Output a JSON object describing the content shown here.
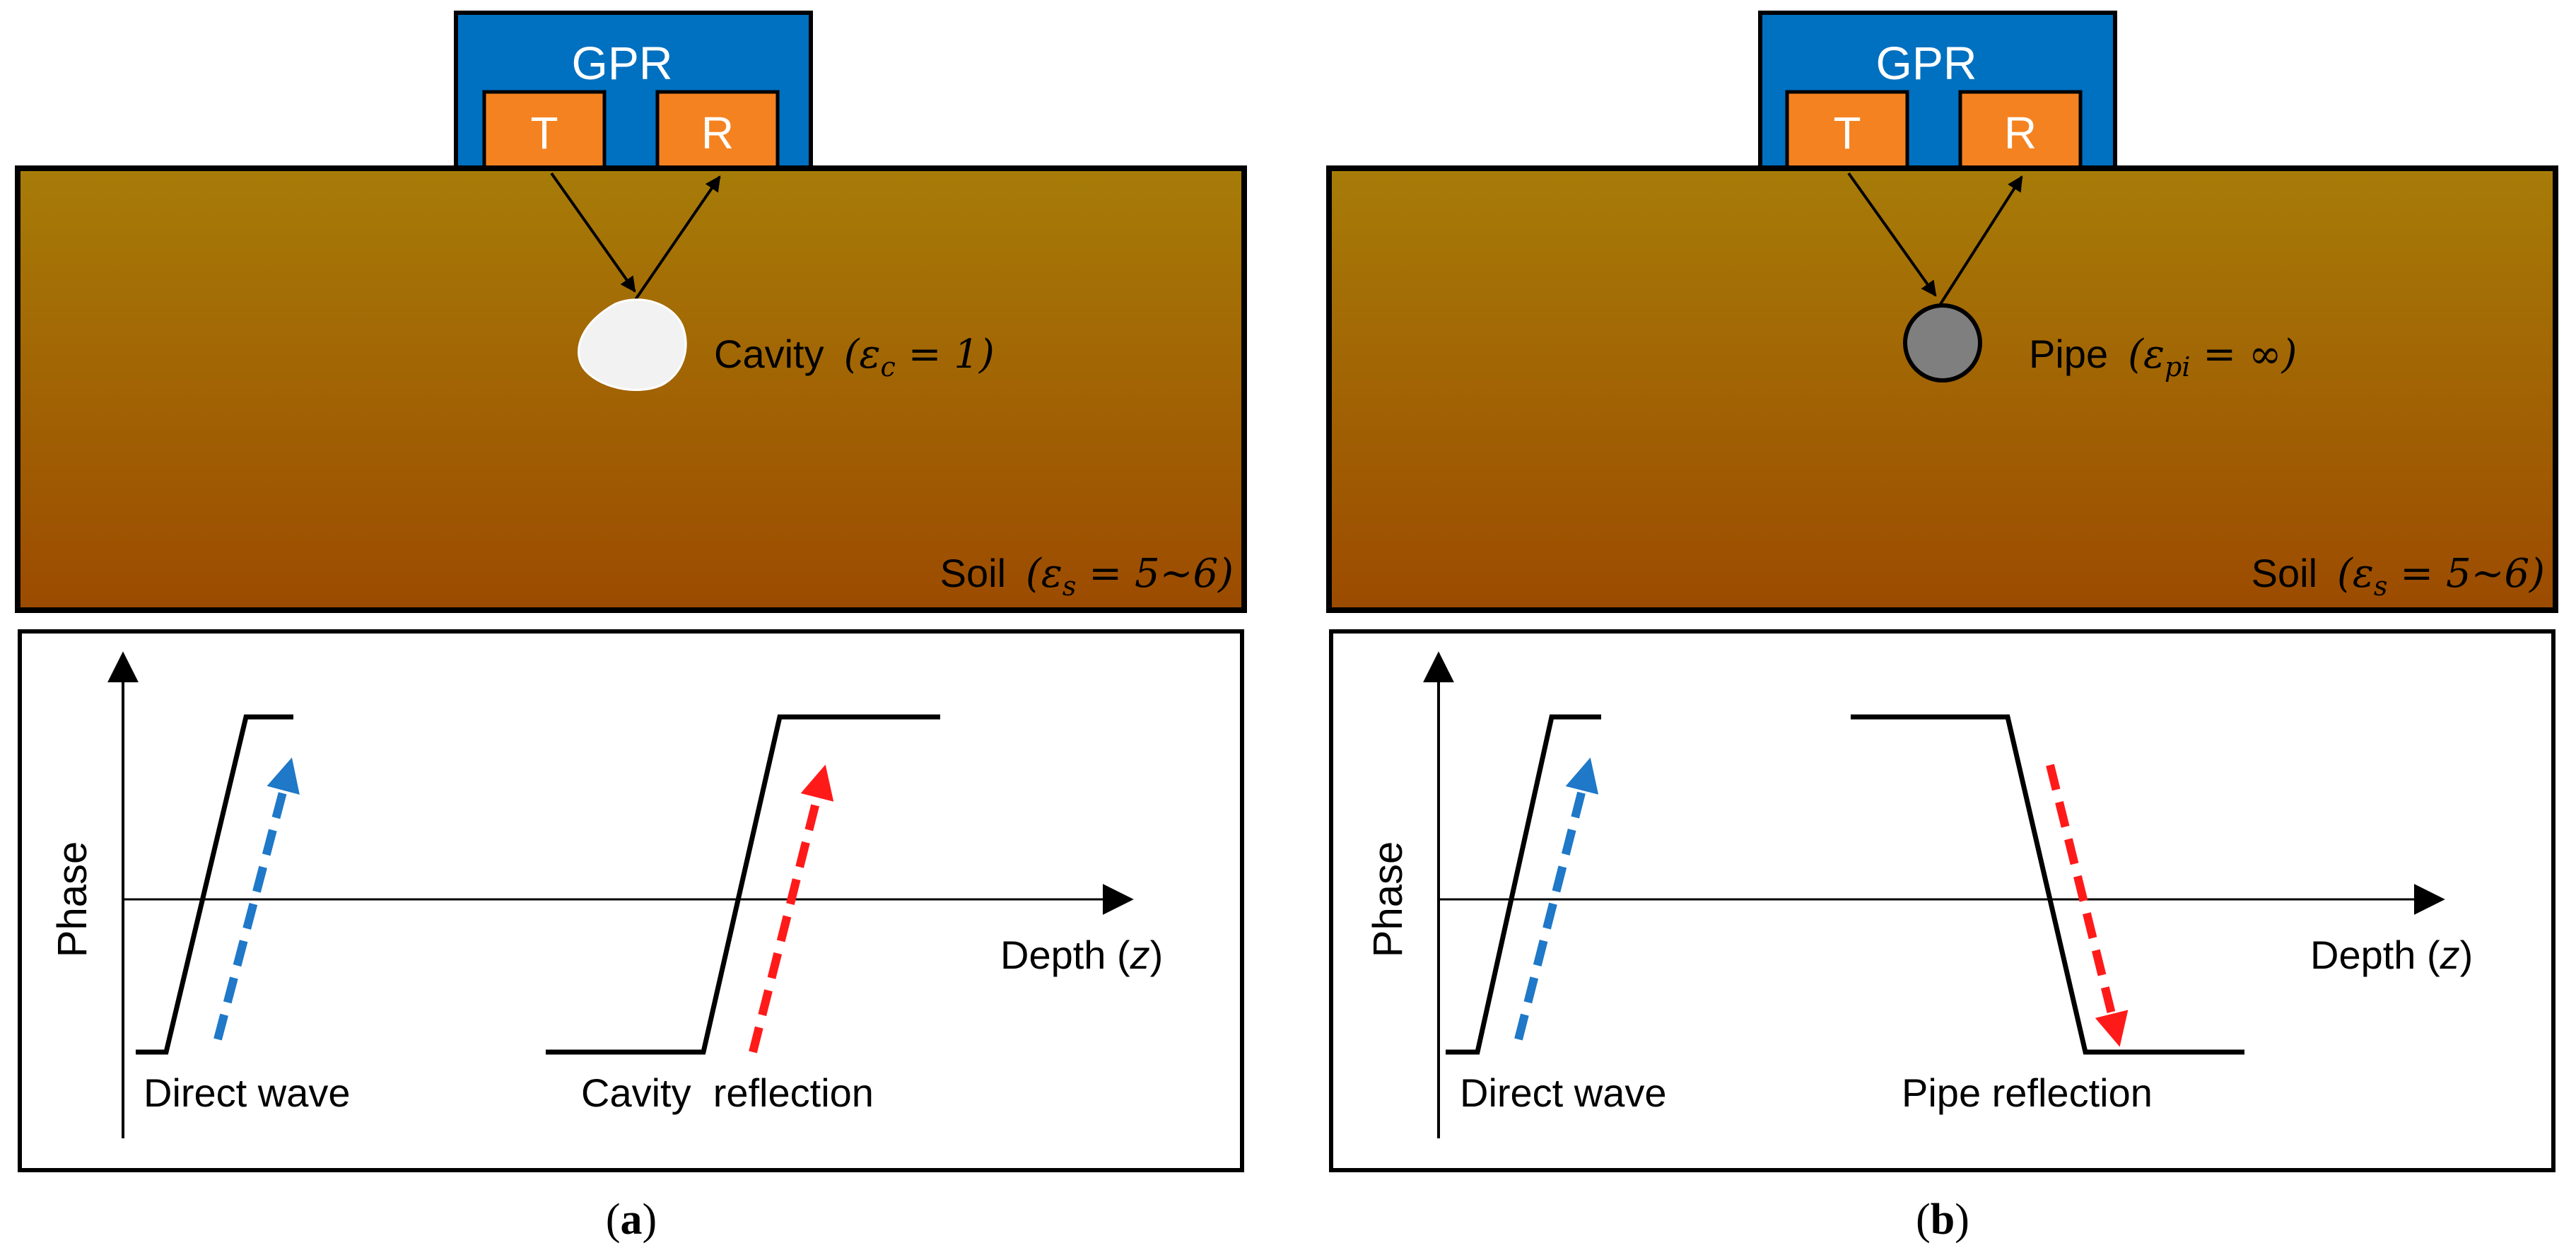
{
  "colors": {
    "gpr_body": "#0070c0",
    "antenna": "#f58220",
    "soil_top": "#a77c08",
    "soil_bottom": "#9c4b00",
    "cavity": "#f2f2f2",
    "pipe": "#7f7f7f",
    "direct_wave_arrow": "#1f78c8",
    "reflection_arrow": "#ff1a1a"
  },
  "panels": [
    {
      "gpr_label": "GPR",
      "transmitter_label": "T",
      "receiver_label": "R",
      "object_icon": "cavity-blob",
      "object_name": "Cavity",
      "object_eq": "(ε",
      "object_sub": "c",
      "object_eq_rest": " = 1)",
      "soil_name": "Soil",
      "soil_eq": "(ε",
      "soil_sub": "s",
      "soil_eq_rest": " = 5~6)",
      "y_axis_label": "Phase",
      "x_axis_label": "Depth (",
      "x_axis_var": "z",
      "x_axis_close": ")",
      "direct_wave_label": "Direct wave",
      "reflection_label": "Cavity  reflection",
      "reflection_direction": "rising",
      "caption_open": "(",
      "caption_letter": "a",
      "caption_close": ")"
    },
    {
      "gpr_label": "GPR",
      "transmitter_label": "T",
      "receiver_label": "R",
      "object_icon": "pipe-circle",
      "object_name": "Pipe",
      "object_eq": "(ε",
      "object_sub": "pi",
      "object_eq_rest": " = ∞)",
      "soil_name": "Soil",
      "soil_eq": "(ε",
      "soil_sub": "s",
      "soil_eq_rest": " = 5~6)",
      "y_axis_label": "Phase",
      "x_axis_label": "Depth (",
      "x_axis_var": "z",
      "x_axis_close": ")",
      "direct_wave_label": "Direct wave",
      "reflection_label": "Pipe reflection",
      "reflection_direction": "falling",
      "caption_open": "(",
      "caption_letter": "b",
      "caption_close": ")"
    }
  ]
}
